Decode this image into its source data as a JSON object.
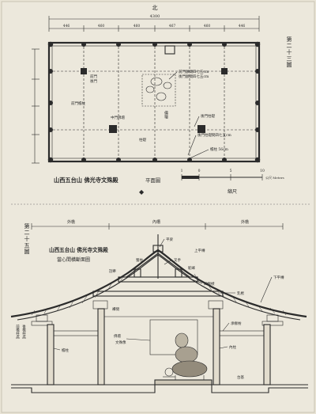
{
  "plate_label_top": "第二十三圖",
  "plate_label_bottom": "第二十五圖",
  "plan": {
    "title": "山西五台山 佛光寺文殊殿",
    "subtitle": "平面圖",
    "north_mark": "北",
    "north_symbol": "◆",
    "top_dimension_total": "4300",
    "top_dimensions": [
      "446",
      "460",
      "460",
      "467",
      "460",
      "446"
    ],
    "callouts": [
      "前門額間四七五cm",
      "後門額間四七五cm",
      "後門柱礎",
      "中門佛壇",
      "佛壇",
      "前門",
      "後門",
      "後門柱礎間四七五cm",
      "柱礎",
      "前門檐柱",
      "檐柱 56cm"
    ],
    "scale": {
      "label": "縮尺",
      "ticks": [
        "1",
        "0",
        "5",
        "10"
      ],
      "unit": "公尺 Meters"
    }
  },
  "section": {
    "title_line1": "山西五台山 佛光寺文殊殿",
    "title_line2": "當心間橫斷面圖",
    "top_labels": [
      "外檐",
      "內槽",
      "外檐"
    ],
    "callouts": [
      "平梁",
      "叉手",
      "駝峰",
      "四椽栿",
      "乳栿",
      "劄牽",
      "襻間",
      "蜀柱",
      "下平槫",
      "上平槫",
      "承椽枋",
      "檐柱",
      "內柱",
      "佛壇",
      "文殊像",
      "台基"
    ],
    "side_notes": [
      "前檐柱高",
      "後檐柱高"
    ]
  }
}
